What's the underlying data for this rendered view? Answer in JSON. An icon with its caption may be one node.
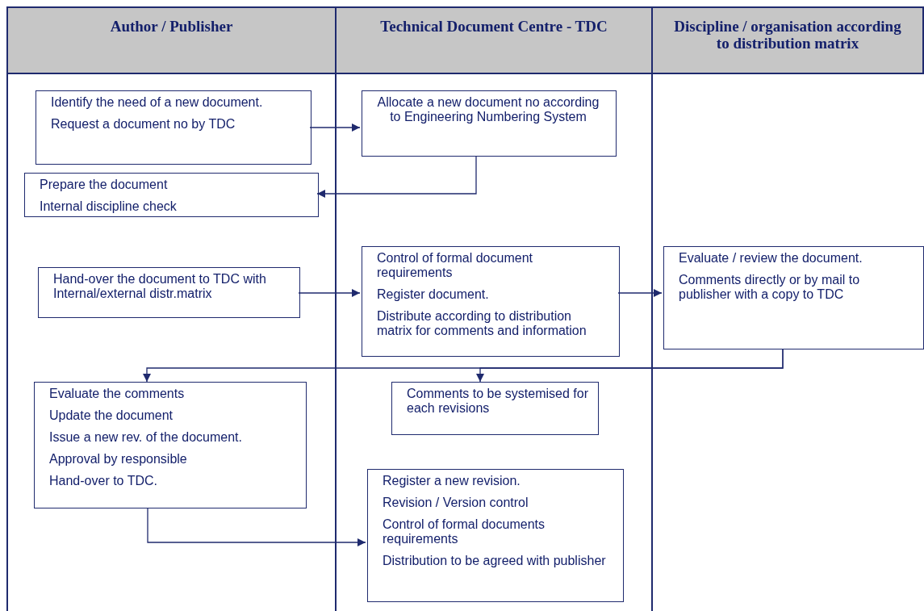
{
  "diagram": {
    "nodes": [
      {
        "text": [
          "Author / Publisher"
        ]
      },
      {
        "text": [
          "Technical Document Centre - TDC"
        ]
      },
      {
        "text": [
          "Discipline / organisation according to distribution matrix"
        ]
      },
      {
        "text": [
          "Identify the need of a new document.",
          "Request a document no by TDC"
        ],
        "in": 0
      },
      {
        "text": [
          "Allocate a new document no according to Engineering Numbering System"
        ],
        "in": 1
      },
      {
        "text": [
          "Prepare the document",
          "Internal discipline check"
        ],
        "in": 0
      },
      {
        "text": [
          "Hand-over the document to TDC with Internal/external distr.matrix"
        ],
        "in": 0
      },
      {
        "text": [
          "Control of formal document requirements",
          "Register document.",
          "Distribute according to distribution matrix for comments and information"
        ],
        "in": 1
      },
      {
        "text": [
          "Evaluate / review the document.",
          "Comments directly or by mail to publisher with a copy to TDC"
        ],
        "in": 2
      },
      {
        "text": [
          "Evaluate the comments",
          "Update the document",
          "Issue a new rev. of the document.",
          "Approval by responsible",
          "Hand-over to TDC."
        ],
        "in": 0
      },
      {
        "text": [
          "Comments to be systemised for each revisions"
        ],
        "in": 1
      },
      {
        "text": [
          "Register a new revision.",
          "Revision / Version control",
          "Control of formal documents requirements",
          "Distribution to be agreed with publisher"
        ],
        "in": 1
      }
    ],
    "edges": [
      {
        "from": 3,
        "to": 4,
        "arrow": "to"
      },
      {
        "from": 4,
        "to": 5,
        "arrow": "to"
      },
      {
        "from": 6,
        "to": 7,
        "arrow": "to"
      },
      {
        "from": 7,
        "to": 8,
        "arrow": "to"
      },
      {
        "from": 8,
        "to": 9,
        "arrow": "to"
      },
      {
        "from": 8,
        "to": 10,
        "arrow": "to"
      },
      {
        "from": 9,
        "to": 11,
        "arrow": "to"
      }
    ]
  }
}
